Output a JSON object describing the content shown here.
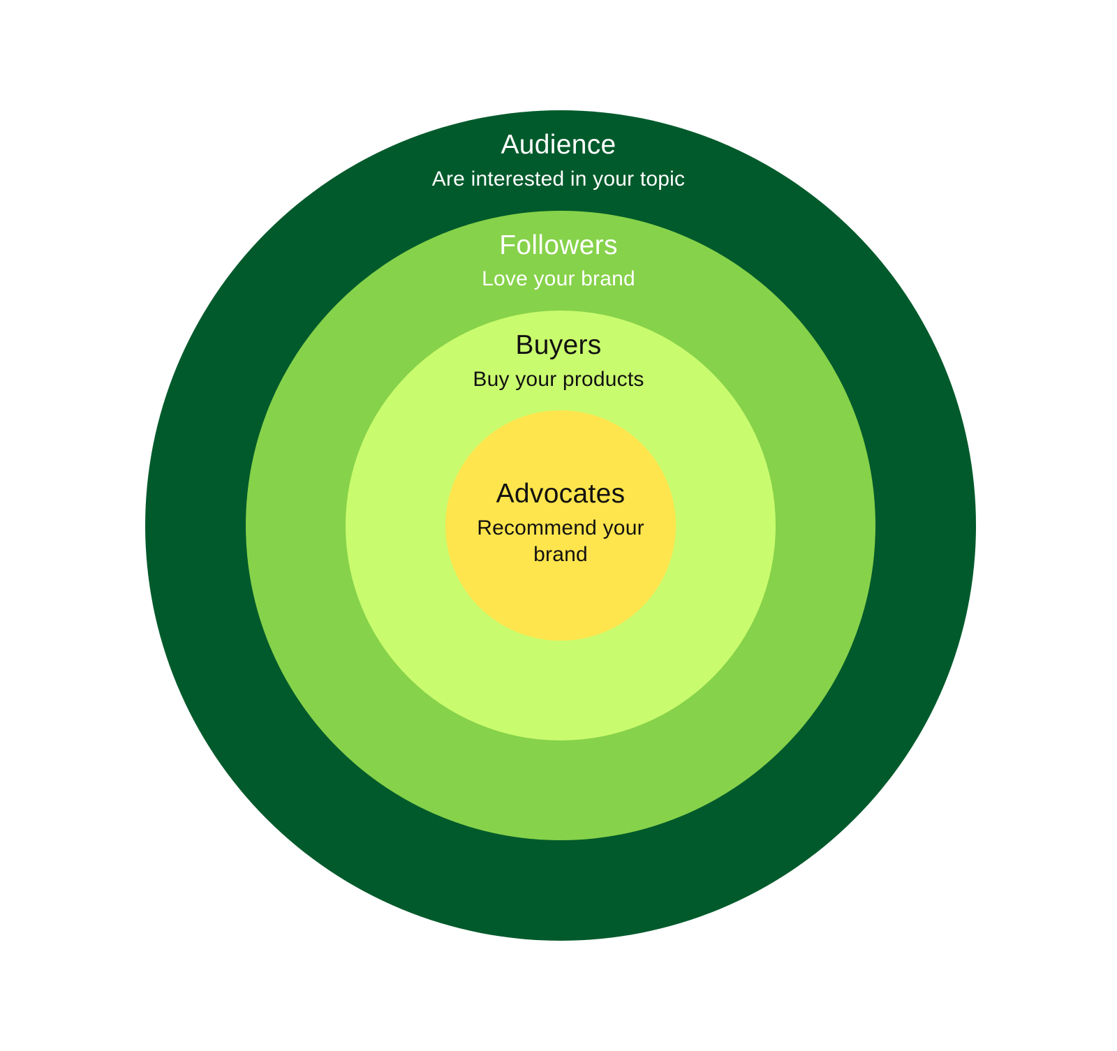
{
  "layers": [
    {
      "title": "Audience",
      "description": "Are interested in your topic",
      "fill": "#005a2b",
      "text_color": "#ffffff"
    },
    {
      "title": "Followers",
      "description": "Love your brand",
      "fill": "#86d24a",
      "text_color": "#ffffff"
    },
    {
      "title": "Buyers",
      "description": "Buy your products",
      "fill": "#c9fb6e",
      "text_color": "#111111"
    },
    {
      "title": "Advocates",
      "description": "Recommend your brand",
      "fill": "#ffe54d",
      "text_color": "#111111"
    }
  ]
}
